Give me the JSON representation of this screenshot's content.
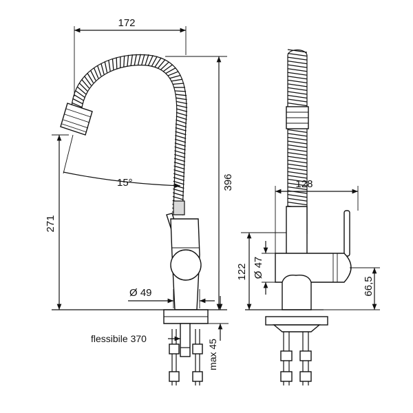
{
  "drawing": {
    "dimensions": {
      "spout_reach": "172",
      "total_height": "396",
      "spout_height": "271",
      "spout_angle": "15°",
      "body_diameter_side": "Ø 49",
      "depth": "128",
      "body_height": "122",
      "body_diameter_front": "Ø 47",
      "outlet_height": "66,5",
      "max_deck": "max 45"
    },
    "labels": {
      "hose": "flessibile 370"
    }
  }
}
